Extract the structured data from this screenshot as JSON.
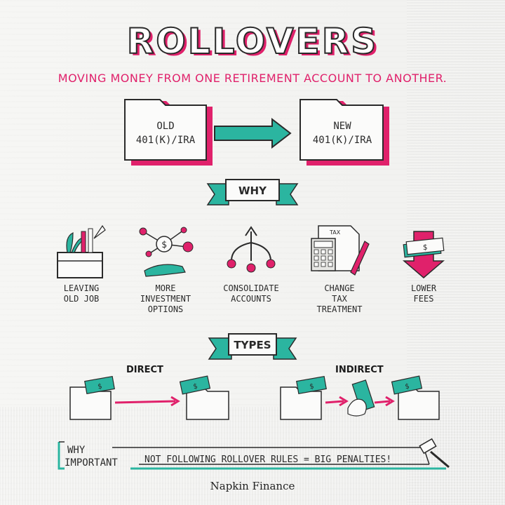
{
  "title": "ROLLOVERS",
  "subtitle": "MOVING MONEY FROM ONE RETIREMENT ACCOUNT TO ANOTHER.",
  "folders": {
    "old_line1": "OLD",
    "old_line2": "401(K)/IRA",
    "new_line1": "NEW",
    "new_line2": "401(K)/IRA"
  },
  "why_ribbon": "WHY",
  "reasons": [
    {
      "line1": "LEAVING",
      "line2": "OLD JOB",
      "line3": ""
    },
    {
      "line1": "MORE",
      "line2": "INVESTMENT",
      "line3": "OPTIONS"
    },
    {
      "line1": "CONSOLIDATE",
      "line2": "ACCOUNTS",
      "line3": ""
    },
    {
      "line1": "CHANGE",
      "line2": "TAX",
      "line3": "TREATMENT"
    },
    {
      "line1": "LOWER",
      "line2": "FEES",
      "line3": ""
    }
  ],
  "tax_doc_label": "TAX",
  "types_ribbon": "TYPES",
  "types": {
    "direct": "DIRECT",
    "indirect": "INDIRECT"
  },
  "important": {
    "why": "WHY",
    "important": "IMPORTANT",
    "text": "NOT FOLLOWING ROLLOVER RULES = BIG PENALTIES!"
  },
  "footer": "Napkin Finance",
  "colors": {
    "pink": "#e0216b",
    "teal": "#2bb5a0",
    "ink": "#2a2a2a"
  }
}
